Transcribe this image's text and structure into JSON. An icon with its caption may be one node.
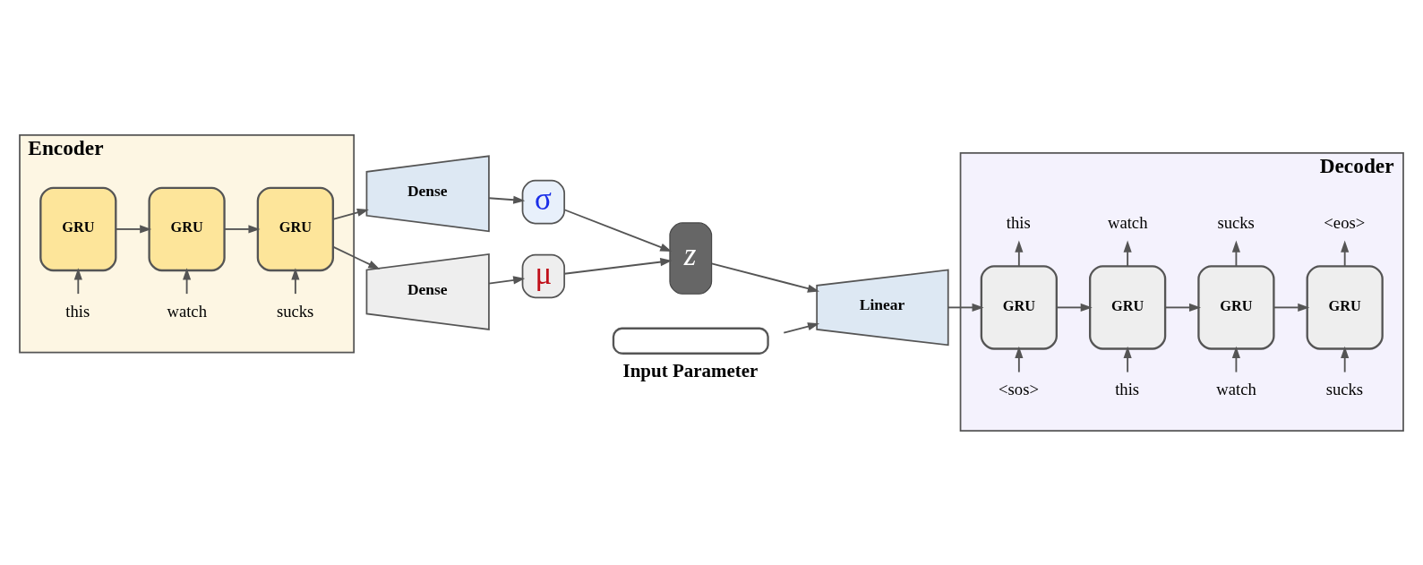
{
  "diagram": {
    "nodes": [
      {
        "text": [
          "Encoder"
        ]
      },
      {
        "text": [
          "GRU"
        ],
        "in": 0
      },
      {
        "text": [
          "GRU"
        ],
        "in": 0
      },
      {
        "text": [
          "GRU"
        ],
        "in": 0
      },
      {
        "text": [
          "this"
        ],
        "in": 0
      },
      {
        "text": [
          "watch"
        ],
        "in": 0
      },
      {
        "text": [
          "sucks"
        ],
        "in": 0
      },
      {
        "text": [
          "Dense"
        ]
      },
      {
        "text": [
          "Dense"
        ]
      },
      {
        "text": [
          "σ"
        ]
      },
      {
        "text": [
          "μ"
        ]
      },
      {
        "text": [
          "z"
        ]
      },
      {
        "text": [
          "Linear"
        ]
      },
      {
        "text": [
          "Input Parameter"
        ]
      },
      {
        "text": [
          "Decoder"
        ]
      },
      {
        "text": [
          "GRU"
        ],
        "in": 14
      },
      {
        "text": [
          "GRU"
        ],
        "in": 14
      },
      {
        "text": [
          "GRU"
        ],
        "in": 14
      },
      {
        "text": [
          "GRU"
        ],
        "in": 14
      },
      {
        "text": [
          "this"
        ],
        "in": 14
      },
      {
        "text": [
          "watch"
        ],
        "in": 14
      },
      {
        "text": [
          "sucks"
        ],
        "in": 14
      },
      {
        "text": [
          "<eos>"
        ],
        "in": 14
      },
      {
        "text": [
          "<sos>"
        ],
        "in": 14
      },
      {
        "text": [
          "this"
        ],
        "in": 14
      },
      {
        "text": [
          "watch"
        ],
        "in": 14
      },
      {
        "text": [
          "sucks"
        ],
        "in": 14
      }
    ],
    "edges": [
      {
        "from": 1,
        "to": 2,
        "arrow": "to"
      },
      {
        "from": 2,
        "to": 3,
        "arrow": "to"
      },
      {
        "from": 4,
        "to": 1,
        "arrow": "to"
      },
      {
        "from": 5,
        "to": 2,
        "arrow": "to"
      },
      {
        "from": 6,
        "to": 3,
        "arrow": "to"
      },
      {
        "from": 3,
        "to": 7,
        "arrow": "to"
      },
      {
        "from": 3,
        "to": 8,
        "arrow": "to"
      },
      {
        "from": 7,
        "to": 9,
        "arrow": "to"
      },
      {
        "from": 8,
        "to": 10,
        "arrow": "to"
      },
      {
        "from": 9,
        "to": 11,
        "arrow": "to"
      },
      {
        "from": 10,
        "to": 11,
        "arrow": "to"
      },
      {
        "from": 11,
        "to": 12,
        "arrow": "to"
      },
      {
        "from": 13,
        "to": 12,
        "arrow": "to"
      },
      {
        "from": 12,
        "to": 15,
        "arrow": "to"
      },
      {
        "from": 15,
        "to": 16,
        "arrow": "to"
      },
      {
        "from": 16,
        "to": 17,
        "arrow": "to"
      },
      {
        "from": 17,
        "to": 18,
        "arrow": "to"
      },
      {
        "from": 15,
        "to": 19,
        "arrow": "to"
      },
      {
        "from": 16,
        "to": 20,
        "arrow": "to"
      },
      {
        "from": 17,
        "to": 21,
        "arrow": "to"
      },
      {
        "from": 18,
        "to": 22,
        "arrow": "to"
      },
      {
        "from": 23,
        "to": 15,
        "arrow": "to"
      },
      {
        "from": 24,
        "to": 16,
        "arrow": "to"
      },
      {
        "from": 25,
        "to": 17,
        "arrow": "to"
      },
      {
        "from": 26,
        "to": 18,
        "arrow": "to"
      }
    ]
  }
}
